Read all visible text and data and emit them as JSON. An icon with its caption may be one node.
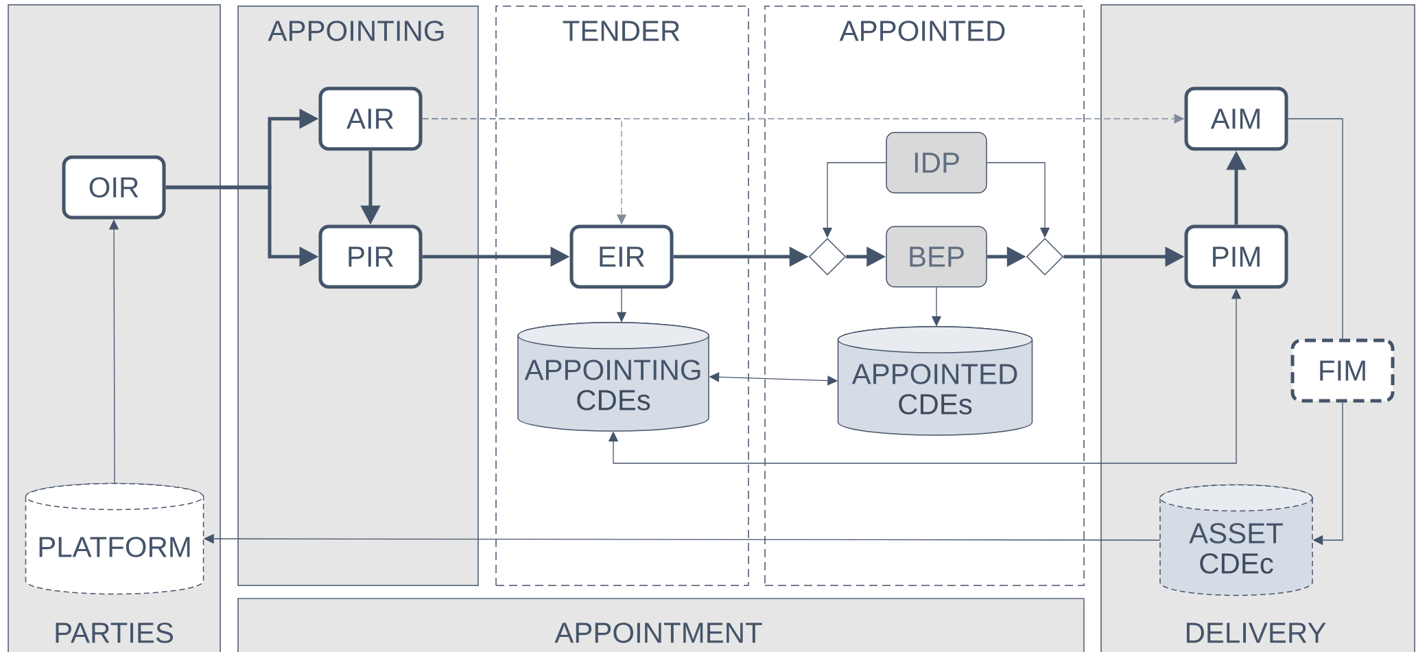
{
  "diagram": {
    "nodes": [
      {
        "text": [
          "PARTIES"
        ]
      },
      {
        "text": [
          "OIR"
        ],
        "in": 0
      },
      {
        "text": [
          "PLATFORM"
        ],
        "in": 0
      },
      {
        "text": [
          "APPOINTING"
        ]
      },
      {
        "text": [
          "AIR"
        ],
        "in": 3
      },
      {
        "text": [
          "PIR"
        ],
        "in": 3
      },
      {
        "text": [
          "TENDER"
        ]
      },
      {
        "text": [
          "EIR"
        ],
        "in": 6
      },
      {
        "text": [
          "APPOINTING",
          "CDEs"
        ],
        "in": 6
      },
      {
        "text": [
          "APPOINTED"
        ]
      },
      {
        "text": [
          "IDP"
        ],
        "in": 9
      },
      {
        "text": [],
        "shape": "diamond",
        "in": 9
      },
      {
        "text": [
          "BEP"
        ],
        "in": 9
      },
      {
        "text": [],
        "shape": "diamond",
        "in": 9
      },
      {
        "text": [
          "APPOINTED",
          "CDEs"
        ],
        "in": 9
      },
      {
        "text": [
          "DELIVERY"
        ]
      },
      {
        "text": [
          "AIM"
        ],
        "in": 15
      },
      {
        "text": [
          "PIM"
        ],
        "in": 15
      },
      {
        "text": [
          "FIM"
        ],
        "in": 15
      },
      {
        "text": [
          "ASSET",
          "CDEc"
        ],
        "in": 15
      },
      {
        "text": [
          "APPOINTMENT"
        ]
      }
    ],
    "edges": [
      {
        "from": 1,
        "to": 4,
        "arrow": "to",
        "style": "thick"
      },
      {
        "from": 1,
        "to": 5,
        "arrow": "to",
        "style": "thick"
      },
      {
        "from": 4,
        "to": 5,
        "arrow": "to",
        "style": "thick"
      },
      {
        "from": 5,
        "to": 7,
        "arrow": "to",
        "style": "thick"
      },
      {
        "from": 7,
        "to": 11,
        "arrow": "to",
        "style": "thick"
      },
      {
        "from": 11,
        "to": 12,
        "arrow": "to",
        "style": "thick"
      },
      {
        "from": 12,
        "to": 13,
        "arrow": "to",
        "style": "thick"
      },
      {
        "from": 13,
        "to": 17,
        "arrow": "to",
        "style": "thick"
      },
      {
        "from": 17,
        "to": 16,
        "arrow": "to",
        "style": "thick"
      },
      {
        "from": 10,
        "to": 11,
        "arrow": "to"
      },
      {
        "from": 10,
        "to": 13,
        "arrow": "to"
      },
      {
        "from": 4,
        "to": 16,
        "arrow": "to",
        "style": "dashed",
        "color": "#7f8b9b"
      },
      {
        "from": 4,
        "to": 7,
        "arrow": "to",
        "style": "dashed",
        "color": "#7f8b9b"
      },
      {
        "from": 7,
        "to": 8,
        "arrow": "to"
      },
      {
        "from": 12,
        "to": 14,
        "arrow": "to"
      },
      {
        "from": 8,
        "to": 14,
        "arrow": "both"
      },
      {
        "from": 17,
        "to": 8,
        "arrow": "both"
      },
      {
        "from": 16,
        "to": 18,
        "arrow": "none"
      },
      {
        "from": 18,
        "to": 19,
        "arrow": "to"
      },
      {
        "from": 19,
        "to": 2,
        "arrow": "to"
      },
      {
        "from": 2,
        "to": 1,
        "arrow": "to"
      }
    ]
  }
}
